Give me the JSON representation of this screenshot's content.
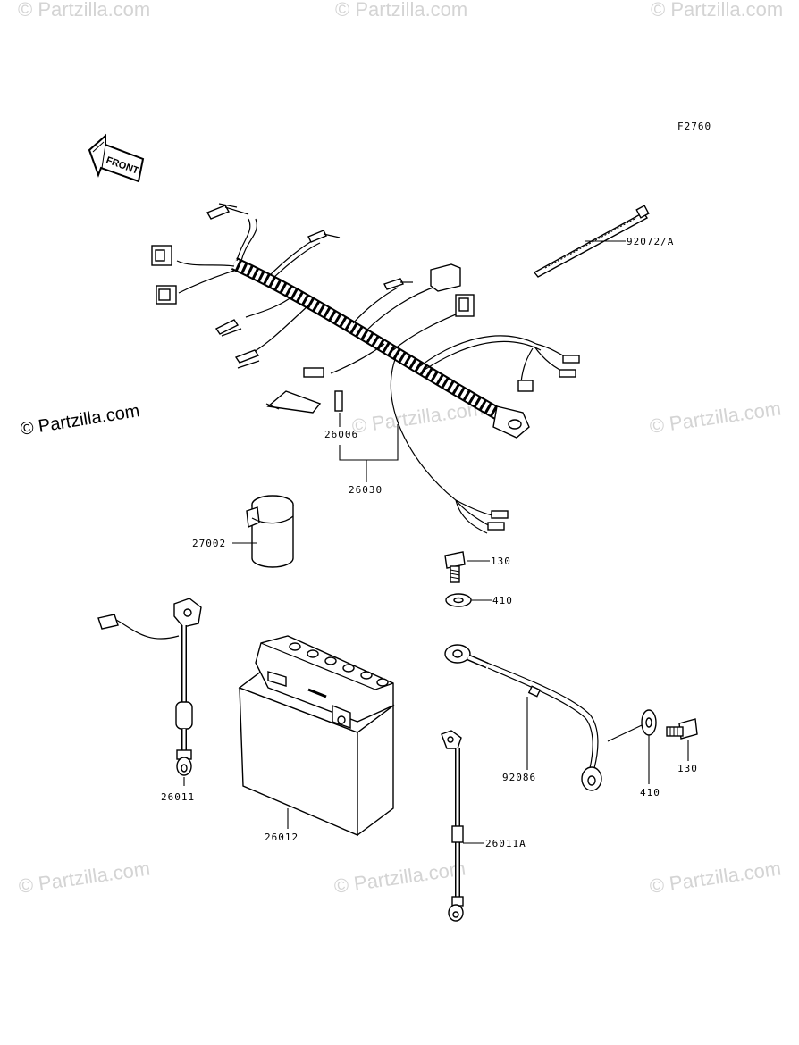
{
  "diagram_code": "F2760",
  "front_label": "FRONT",
  "copyright_main": "© Partzilla.com",
  "watermark_text": "© Partzilla.com",
  "parts": {
    "p92072A": "92072/A",
    "p26006": "26006",
    "p26030": "26030",
    "p27002": "27002",
    "p130_top": "130",
    "p410_top": "410",
    "p92086": "92086",
    "p130_bottom": "130",
    "p410_bottom": "410",
    "p26011": "26011",
    "p26012": "26012",
    "p26011A": "26011A"
  }
}
